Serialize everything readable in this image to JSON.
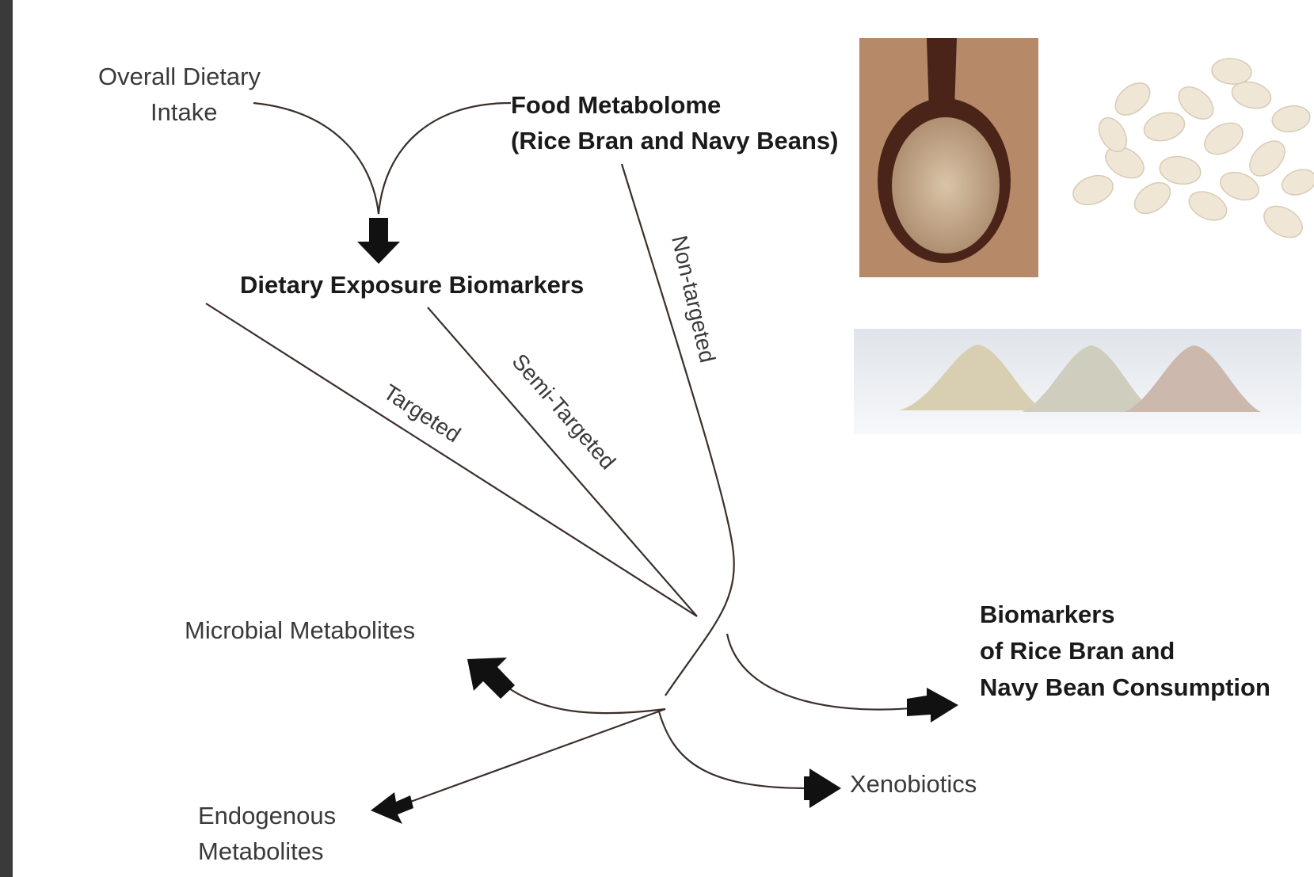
{
  "nodes": {
    "overall_dietary_intake": [
      "Overall Dietary",
      "Intake"
    ],
    "food_metabolome": [
      "Food Metabolome",
      "(Rice Bran and Navy Beans)"
    ],
    "dietary_exposure_biomarkers": "Dietary Exposure Biomarkers",
    "microbial_metabolites": "Microbial Metabolites",
    "endogenous_metabolites": [
      "Endogenous",
      "Metabolites"
    ],
    "xenobiotics": "Xenobiotics",
    "biomarkers_consumption": [
      "Biomarkers",
      "of Rice Bran and",
      "Navy Bean Consumption"
    ]
  },
  "approaches": {
    "targeted": "Targeted",
    "semi_targeted": "Semi-Targeted",
    "non_targeted": "Non-targeted"
  },
  "images": [
    "rice-bran-spoon",
    "navy-beans",
    "powder-piles"
  ],
  "colors": {
    "line": "#3a2f2a",
    "arrow": "#111111",
    "text": "#3a3a3a",
    "spoon_bg": "#b08060",
    "spoon": "#4a2418",
    "beans": "#efe6d6"
  }
}
